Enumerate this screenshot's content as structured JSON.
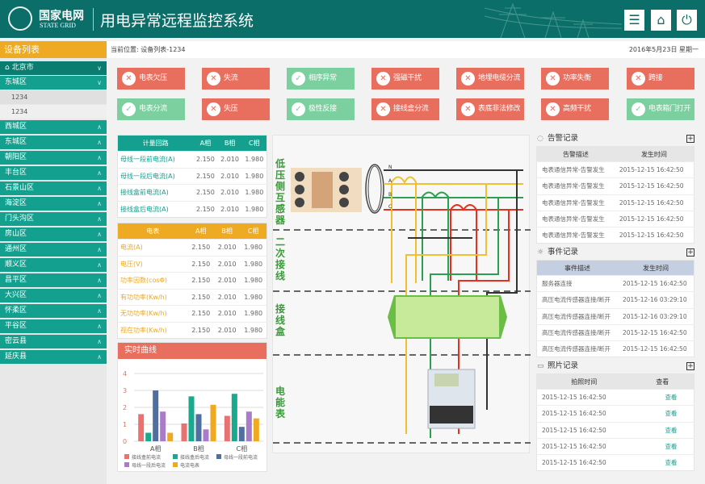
{
  "header": {
    "brand_cn": "国家电网",
    "brand_en": "STATE GRID",
    "title": "用电异常远程监控系统",
    "buttons": [
      "menu-icon",
      "home-icon",
      "power-icon"
    ]
  },
  "sidebar": {
    "title": "设备列表",
    "city": "北京市",
    "expanded": "东城区",
    "devices": [
      "1234",
      "1234"
    ],
    "districts": [
      "西城区",
      "东城区",
      "朝阳区",
      "丰台区",
      "石景山区",
      "海淀区",
      "门头沟区",
      "房山区",
      "通州区",
      "顺义区",
      "昌平区",
      "大兴区",
      "怀柔区",
      "平谷区",
      "密云县",
      "延庆县"
    ]
  },
  "breadcrumb": {
    "text": "当前位置: 设备列表-1234",
    "date": "2016年5月23日 星期一"
  },
  "status": [
    {
      "label": "电表欠压",
      "state": "bad"
    },
    {
      "label": "失流",
      "state": "bad"
    },
    {
      "label": "相序异常",
      "state": "ok"
    },
    {
      "label": "强磁干扰",
      "state": "bad"
    },
    {
      "label": "地埋电缆分流",
      "state": "bad"
    },
    {
      "label": "功率失衡",
      "state": "bad"
    },
    {
      "label": "跨接",
      "state": "bad"
    },
    {
      "label": "电表分流",
      "state": "ok"
    },
    {
      "label": "失压",
      "state": "bad"
    },
    {
      "label": "极性反接",
      "state": "ok"
    },
    {
      "label": "接线盒分流",
      "state": "bad"
    },
    {
      "label": "表底非法修改",
      "state": "bad"
    },
    {
      "label": "高频干扰",
      "state": "bad"
    },
    {
      "label": "电表箱门打开",
      "state": "ok"
    }
  ],
  "table1": {
    "headers": [
      "计量回路",
      "A相",
      "B相",
      "C相"
    ],
    "rows": [
      [
        "母线一段前电流(A)",
        "2.150",
        "2.010",
        "1.980"
      ],
      [
        "母线一段后电流(A)",
        "2.150",
        "2.010",
        "1.980"
      ],
      [
        "接线盒前电流(A)",
        "2.150",
        "2.010",
        "1.980"
      ],
      [
        "接线盒后电流(A)",
        "2.150",
        "2.010",
        "1.980"
      ]
    ]
  },
  "table2": {
    "headers": [
      "电表",
      "A相",
      "B相",
      "C相"
    ],
    "rows": [
      [
        "电流(A)",
        "2.150",
        "2.010",
        "1.980"
      ],
      [
        "电压(V)",
        "2.150",
        "2.010",
        "1.980"
      ],
      [
        "功率因数(cosΦ)",
        "2.150",
        "2.010",
        "1.980"
      ],
      [
        "有功功率(Kw/h)",
        "2.150",
        "2.010",
        "1.980"
      ],
      [
        "无功功率(Kw/h)",
        "2.150",
        "2.010",
        "1.980"
      ],
      [
        "视在功率(Kw/h)",
        "2.150",
        "2.010",
        "1.980"
      ]
    ]
  },
  "chart_data": {
    "type": "bar",
    "title": "实时曲线",
    "categories": [
      "A相",
      "B相",
      "C相"
    ],
    "ylim": [
      0,
      4
    ],
    "yticks": [
      "0",
      "1",
      "2",
      "3",
      "4"
    ],
    "series": [
      {
        "name": "接线盒前电流",
        "color": "#e87272",
        "values": [
          1.6,
          1.05,
          1.5
        ]
      },
      {
        "name": "接线盒后电流",
        "color": "#1aa88f",
        "values": [
          0.5,
          2.65,
          2.8
        ]
      },
      {
        "name": "母线一段前电流",
        "color": "#4f6fa0",
        "values": [
          3.0,
          1.6,
          0.85
        ]
      },
      {
        "name": "母线一段后电流",
        "color": "#a87cc8",
        "values": [
          1.75,
          0.7,
          1.75
        ]
      },
      {
        "name": "电流电表",
        "color": "#f0aa20",
        "values": [
          0.5,
          2.15,
          1.35
        ]
      }
    ]
  },
  "diagram": {
    "sections": [
      "低压侧互感器",
      "二次接线",
      "接线盒",
      "电能表"
    ],
    "phases": [
      "N",
      "A",
      "B",
      "C"
    ]
  },
  "alarms": {
    "title": "告警记录",
    "headers": [
      "告警描述",
      "发生时间"
    ],
    "rows": [
      [
        "电表通信异常-告警发生",
        "2015-12-15 16:42:50"
      ],
      [
        "电表通信异常-告警发生",
        "2015-12-15 16:42:50"
      ],
      [
        "电表通信异常-告警发生",
        "2015-12-15 16:42:50"
      ],
      [
        "电表通信异常-告警发生",
        "2015-12-15 16:42:50"
      ],
      [
        "电表通信异常-告警发生",
        "2015-12-15 16:42:50"
      ]
    ]
  },
  "events": {
    "title": "事件记录",
    "headers": [
      "事件描述",
      "发生时间"
    ],
    "rows": [
      [
        "服务器连接",
        "2015-12-15 16:42:50"
      ],
      [
        "高压电流传感器连接/断开",
        "2015-12-16 03:29:10"
      ],
      [
        "高压电流传感器连接/断开",
        "2015-12-16 03:29:10"
      ],
      [
        "高压电流传感器连接/断开",
        "2015-12-15 16:42:50"
      ],
      [
        "高压电流传感器连接/断开",
        "2015-12-15 16:42:50"
      ]
    ]
  },
  "photos": {
    "title": "照片记录",
    "headers": [
      "拍照时间",
      "查看"
    ],
    "rows": [
      [
        "2015-12-15 16:42:50",
        "查看"
      ],
      [
        "2015-12-15 16:42:50",
        "查看"
      ],
      [
        "2015-12-15 16:42:50",
        "查看"
      ],
      [
        "2015-12-15 16:42:50",
        "查看"
      ],
      [
        "2015-12-15 16:42:50",
        "查看"
      ]
    ]
  }
}
